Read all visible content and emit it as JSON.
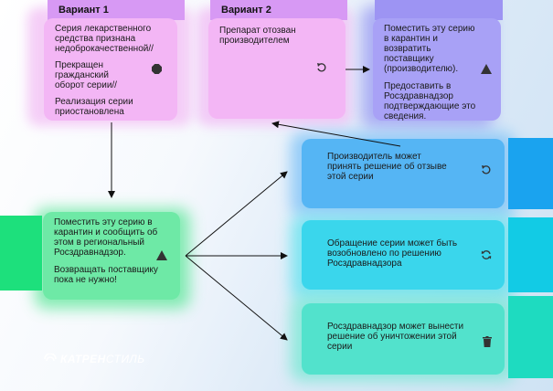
{
  "variant1": {
    "tab": "Вариант 1",
    "line1": "Серия лекарственного средства признана недоброкачественной//",
    "line2": "Прекращен гражданский оборот серии//",
    "line3": "Реализация серии приостановлена",
    "icon": "stop-octagon-icon"
  },
  "variant2": {
    "tab": "Вариант 2",
    "text": "Препарат отозван производителем",
    "icon": "undo-arrow-icon"
  },
  "quarantine_top": {
    "text1": "Поместить эту серию в карантин и возвратить поставщику (производителю).",
    "text2": "Предоставить в Росздравнадзор подтверждающие это сведения.",
    "icon": "warning-triangle-icon"
  },
  "quarantine_left": {
    "text1": "Поместить эту серию в карантин и сообщить об этом в региональный Росздравнадзор.",
    "text2": "Возвращать поставщику пока не нужно!",
    "icon": "warning-triangle-icon"
  },
  "manufacturer": {
    "text": "Производитель может принять решение об отзыве этой серии",
    "icon": "undo-arrow-icon"
  },
  "resume": {
    "text": "Обращение серии может быть возобновлено по решению Росздравнадзора",
    "icon": "refresh-icon"
  },
  "destroy": {
    "text": "Росздравнадзор может вынести решение об уничтожении этой серии",
    "icon": "trash-icon"
  },
  "logo": {
    "bold": "КАТРЕН",
    "thin": "СТИЛЬ"
  },
  "colors": {
    "violet": "#a996f5",
    "pink": "#f1b4f4",
    "blue": "#3ea8f2",
    "cyan": "#1fd3ea",
    "green": "#22e07a"
  }
}
